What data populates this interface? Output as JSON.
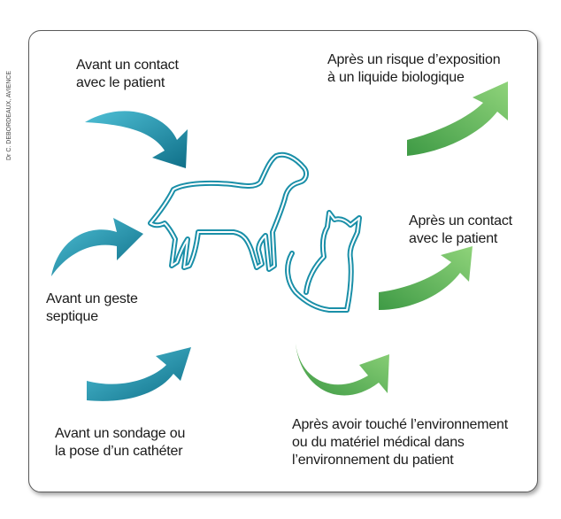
{
  "credit": "Dr C. DEBORDEAUX, AVIENCE",
  "labels": {
    "before_contact": [
      "Avant un contact",
      "avec le patient"
    ],
    "before_aseptic": [
      "Avant un geste",
      "septique"
    ],
    "before_catheter": [
      "Avant un sondage ou",
      "la pose d’un cathéter"
    ],
    "after_fluid": [
      "Après un risque d’exposition",
      "à un liquide biologique"
    ],
    "after_contact": [
      "Après un contact",
      "avec le patient"
    ],
    "after_environment": [
      "Après avoir touché l’environnement",
      "ou du matériel médical dans",
      "l’environnement du patient"
    ]
  },
  "colors": {
    "teal": "#1a8fa8",
    "green": "#5cb85c",
    "outline": "#7a7a7a"
  }
}
